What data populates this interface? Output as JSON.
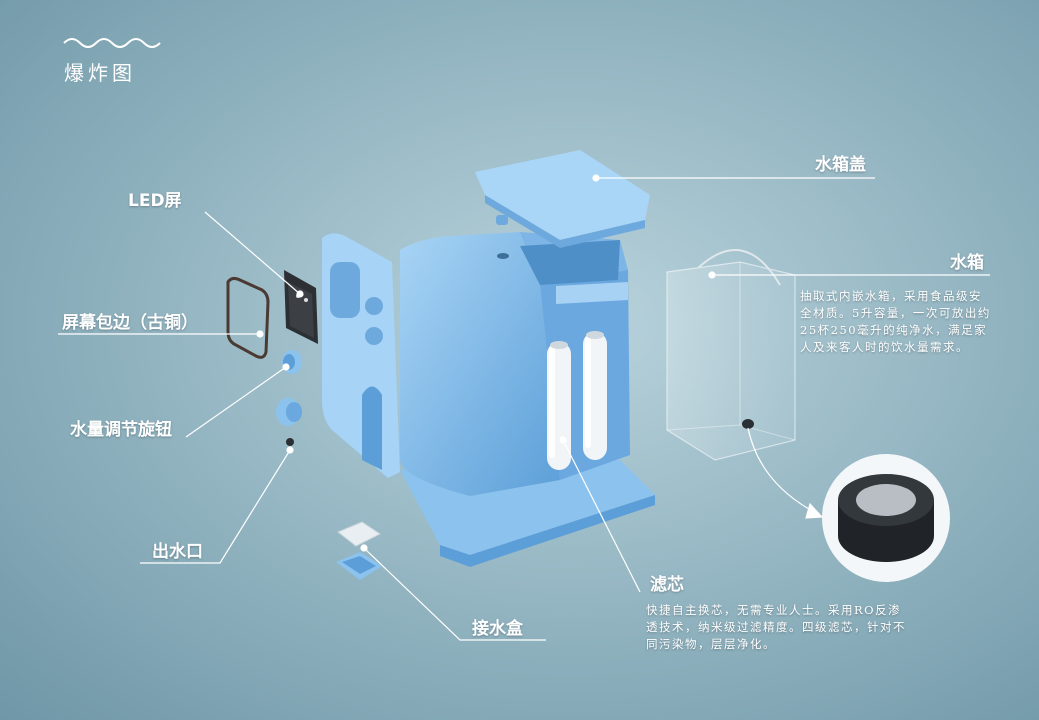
{
  "title": "爆炸图",
  "colors": {
    "body_blue": "#8cc3ef",
    "body_blue_dark": "#5c9fd8",
    "line": "#ffffff"
  },
  "labels": {
    "lid": "水箱盖",
    "tank": "水箱",
    "tank_desc": "抽取式内嵌水箱，采用食品级安全材质。5升容量，一次可放出约25杯250毫升的纯净水，满足家人及来客人时的饮水量需求。",
    "led": "LED屏",
    "bezel": "屏幕包边（古铜）",
    "knob": "水量调节旋钮",
    "outlet": "出水口",
    "filter": "滤芯",
    "filter_desc": "快捷自主换芯，无需专业人士。采用RO反渗透技术，纳米级过滤精度。四级滤芯，针对不同污染物，层层净化。",
    "tray": "接水盒"
  }
}
